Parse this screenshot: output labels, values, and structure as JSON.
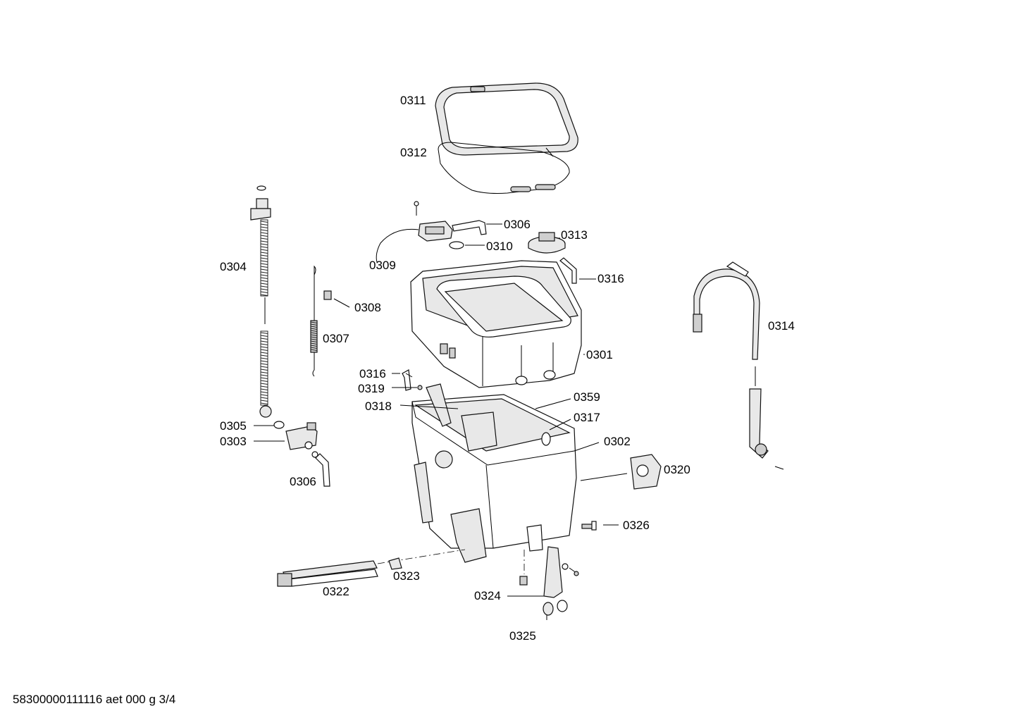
{
  "labels": {
    "p0311": "0311",
    "p0312": "0312",
    "p0306_top": "0306",
    "p0313": "0313",
    "p0310": "0310",
    "p0309": "0309",
    "p0316_top": "0316",
    "p0304": "0304",
    "p0308": "0308",
    "p0307": "0307",
    "p0301": "0301",
    "p0314": "0314",
    "p0316_mid": "0316",
    "p0319": "0319",
    "p0318": "0318",
    "p0359": "0359",
    "p0317": "0317",
    "p0305": "0305",
    "p0303": "0303",
    "p0302": "0302",
    "p0320": "0320",
    "p0306_bottom": "0306",
    "p0326": "0326",
    "p0323": "0323",
    "p0322": "0322",
    "p0324": "0324",
    "p0325": "0325"
  },
  "footer": "58300000111116 aet 000 g 3/4"
}
